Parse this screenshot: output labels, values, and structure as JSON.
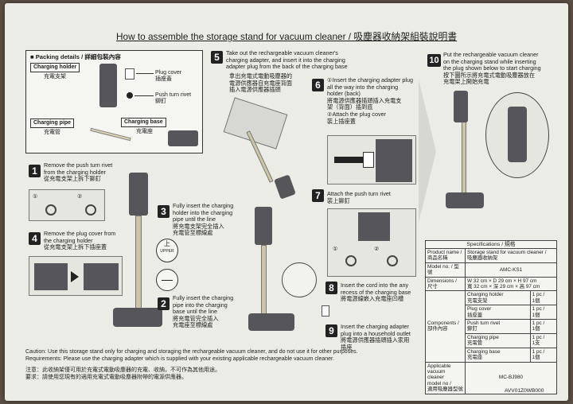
{
  "title": "How to assemble the storage stand for vacuum cleaner / 吸塵器收納架組裝說明書",
  "packing": {
    "heading": "■ Packing details / 詳細包裝內容",
    "holder_en": "Charging holder",
    "holder_zh": "充電支架",
    "plug_cover_en": "Plug cover",
    "plug_cover_zh": "插座蓋",
    "rivet_en": "Push turn rivet",
    "rivet_zh": "鉚釘",
    "pipe_en": "Charging pipe",
    "pipe_zh": "充電管",
    "base_en": "Charging base",
    "base_zh": "充電座"
  },
  "steps": {
    "s1": {
      "n": "1",
      "en1": "Remove the push turn rivet",
      "en2": "from the charging holder",
      "zh": "從充電支架上拆下鉚釘"
    },
    "s2": {
      "n": "2",
      "en1": "Fully insert the charging",
      "en2": "pipe into the charging",
      "en3": "base until the line",
      "zh1": "將充電管完全插入",
      "zh2": "充電座至標線處"
    },
    "s3": {
      "n": "3",
      "en1": "Fully insert the charging",
      "en2": "holder into the charging",
      "en3": "pipe until the line",
      "zh1": "將充電支架完全插入",
      "zh2": "充電管至標線處"
    },
    "s4": {
      "n": "4",
      "en1": "Remove the plug cover from",
      "en2": "the charging holder",
      "zh": "從充電支架上拆下插座蓋"
    },
    "s5": {
      "n": "5",
      "en1": "Take out the rechargeable vacuum cleaner's",
      "en2": "charging adapter, and insert it into the charging",
      "en3": "adapter plug from the back of the charging base",
      "zh1": "拿出充電式電動吸塵器的",
      "zh2": "電源供應器自充電座背面",
      "zh3": "插入電源供應器插頭"
    },
    "s6": {
      "n": "6",
      "en1": "①Insert the charging adapter plug",
      "en2": "all the way into the charging",
      "en3": "holder (back)",
      "zh1": "將電源供應器插頭插入充電支",
      "zh2": "架（背面）插到底",
      "en4": "②Attach the plug cover",
      "zh3": "裝上插座蓋"
    },
    "s7": {
      "n": "7",
      "en1": "Attach the push turn rivet",
      "zh": "裝上鉚釘"
    },
    "s8": {
      "n": "8",
      "en1": "Insert the cord into the any",
      "en2": "recess of the charging base",
      "zh": "將電源線嵌入充電座凹槽"
    },
    "s9": {
      "n": "9",
      "en1": "Insert the charging adapter",
      "en2": "plug into a household outlet",
      "zh1": "將電源供應器插頭插入家用",
      "zh2": "插座"
    },
    "s10": {
      "n": "10",
      "en1": "Put the rechargeable vacuum cleaner",
      "en2": "on the charging stand while inserting",
      "en3": "the plug shown below to start charging",
      "zh": "按下圖所示將充電式電動吸塵器放在",
      "zh2": "充電架上開始充電"
    }
  },
  "diagram_labels": {
    "upper_zh": "上",
    "upper_en": "UPPER",
    "c1": "①",
    "c2": "②"
  },
  "spec": {
    "heading": "Specifications / 規格",
    "product_name_en": "Product name /",
    "product_name_zh": "商品名稱",
    "product_name_val1": "Storage stand for vacuum cleaner /",
    "product_name_val2": "吸塵器收納架",
    "model_k": "Model no. / 型號",
    "model_v": "AMC-KS1",
    "dim_en": "Dimensions /",
    "dim_zh": "尺寸",
    "dim_v1": "W 32 cm × D 29 cm × H 97 cm",
    "dim_v2": "寬 32 cm × 深 29 cm × 高 97 cm",
    "comp_en": "Components /",
    "comp_zh": "部件內容",
    "c1_en": "Charging holder",
    "c1_zh": "充電支架",
    "c1_q": "1 pc /",
    "c1_qz": "1個",
    "c2_en": "Plug cover",
    "c2_zh": "插座蓋",
    "c2_q": "1 pc /",
    "c2_qz": "1個",
    "c3_en": "Push turn rivet",
    "c3_zh": "鉚釘",
    "c3_q": "1 pc /",
    "c3_qz": "1個",
    "c4_en": "Charging pipe",
    "c4_zh": "充電管",
    "c4_q": "1 pc /",
    "c4_qz": "1支",
    "c5_en": "Charging base",
    "c5_zh": "充電座",
    "c5_q": "1 pc /",
    "c5_qz": "1個",
    "app_en1": "Applicable",
    "app_en2": "vacuum cleaner",
    "app_en3": "model no /",
    "app_zh": "適用吸塵器型號",
    "app_v": "MC-BJ980"
  },
  "footer": {
    "caution": "Caution: Use this storage stand only for charging and storaging the rechargeable vacuum cleaner, and do not use it for other purposes.",
    "requirements": "Requirements: Please use the charging adapter which is supplied with your existing applicable rechargeable vacuum cleaner.",
    "zh1": "注意：此收納架僅可用於充電式電動吸塵器的充電、收納，不可作為其他用途。",
    "zh2": "要求：請使用您現有的適用充電式電動吸塵器附帶的電源供應器。",
    "code": "AVV01Z0WB000"
  }
}
